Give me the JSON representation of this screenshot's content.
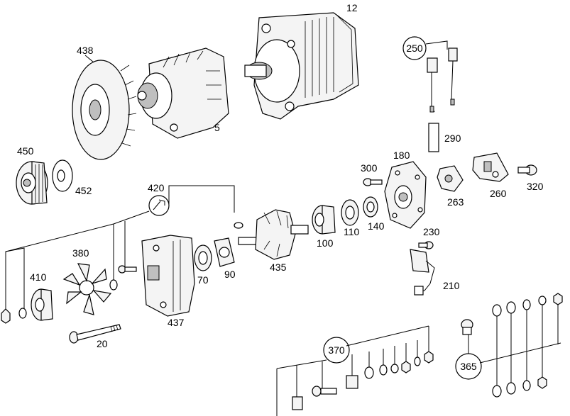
{
  "callouts": {
    "p12": "12",
    "p438": "438",
    "p5": "5",
    "p250": "250",
    "p290": "290",
    "p450": "450",
    "p452": "452",
    "p420": "420",
    "p300": "300",
    "p180": "180",
    "p260": "260",
    "p263": "263",
    "p320": "320",
    "p100": "100",
    "p110": "110",
    "p140": "140",
    "p230": "230",
    "p210": "210",
    "p380": "380",
    "p410": "410",
    "p437": "437",
    "p70": "70",
    "p90": "90",
    "p435": "435",
    "p20": "20",
    "p370": "370",
    "p365": "365"
  }
}
